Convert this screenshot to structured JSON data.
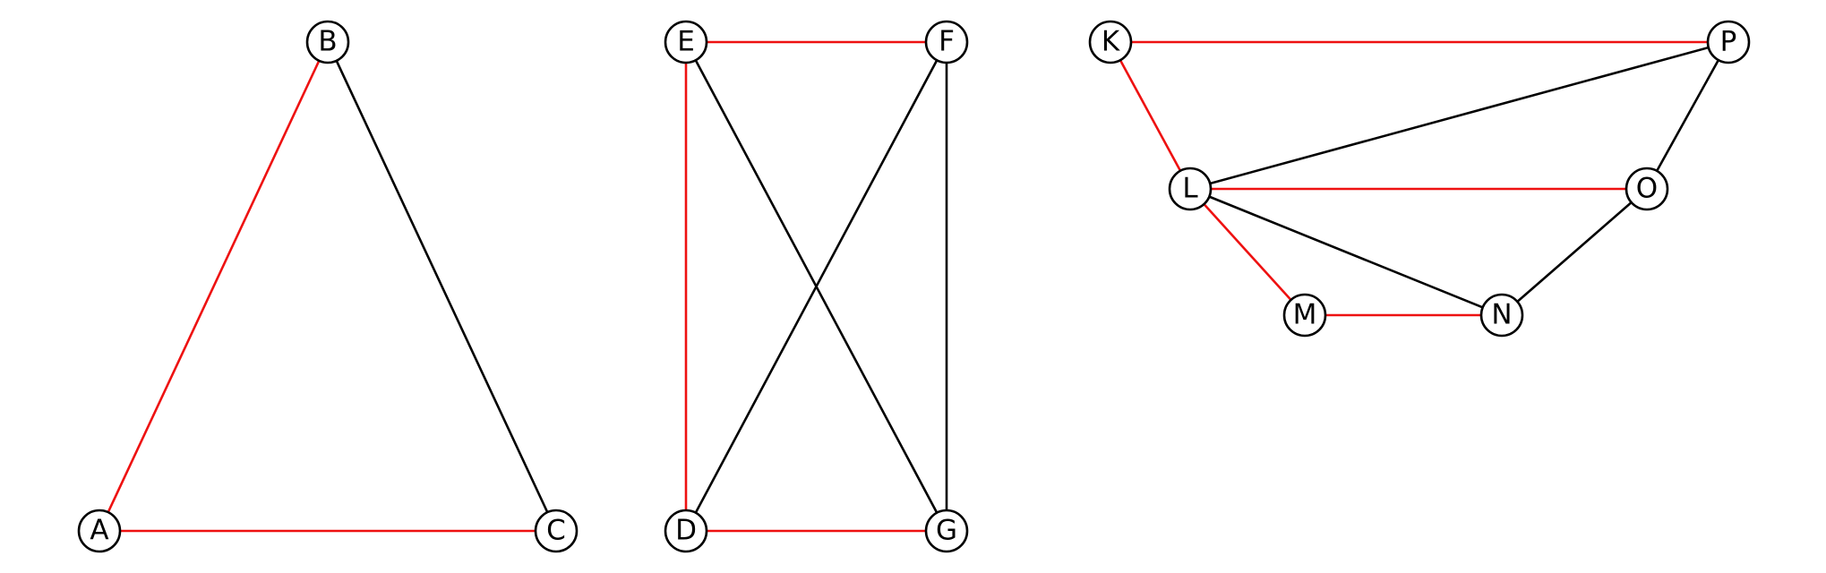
{
  "colors": {
    "highlight": "#ee1111",
    "normal": "#000000"
  },
  "graphs": [
    {
      "id": "graph-1",
      "nodes": [
        "A",
        "B",
        "C"
      ],
      "edges": [
        {
          "from": "A",
          "to": "B",
          "highlighted": true
        },
        {
          "from": "B",
          "to": "C",
          "highlighted": false
        },
        {
          "from": "A",
          "to": "C",
          "highlighted": true
        }
      ]
    },
    {
      "id": "graph-2",
      "nodes": [
        "E",
        "F",
        "D",
        "G"
      ],
      "edges": [
        {
          "from": "E",
          "to": "F",
          "highlighted": true
        },
        {
          "from": "E",
          "to": "D",
          "highlighted": true
        },
        {
          "from": "D",
          "to": "G",
          "highlighted": true
        },
        {
          "from": "F",
          "to": "G",
          "highlighted": false
        },
        {
          "from": "E",
          "to": "G",
          "highlighted": false
        },
        {
          "from": "F",
          "to": "D",
          "highlighted": false
        }
      ]
    },
    {
      "id": "graph-3",
      "nodes": [
        "K",
        "P",
        "L",
        "O",
        "M",
        "N"
      ],
      "edges": [
        {
          "from": "K",
          "to": "P",
          "highlighted": true
        },
        {
          "from": "K",
          "to": "L",
          "highlighted": true
        },
        {
          "from": "L",
          "to": "O",
          "highlighted": true
        },
        {
          "from": "L",
          "to": "M",
          "highlighted": true
        },
        {
          "from": "M",
          "to": "N",
          "highlighted": true
        },
        {
          "from": "L",
          "to": "P",
          "highlighted": false
        },
        {
          "from": "P",
          "to": "O",
          "highlighted": false
        },
        {
          "from": "L",
          "to": "N",
          "highlighted": false
        },
        {
          "from": "O",
          "to": "N",
          "highlighted": false
        }
      ]
    }
  ]
}
